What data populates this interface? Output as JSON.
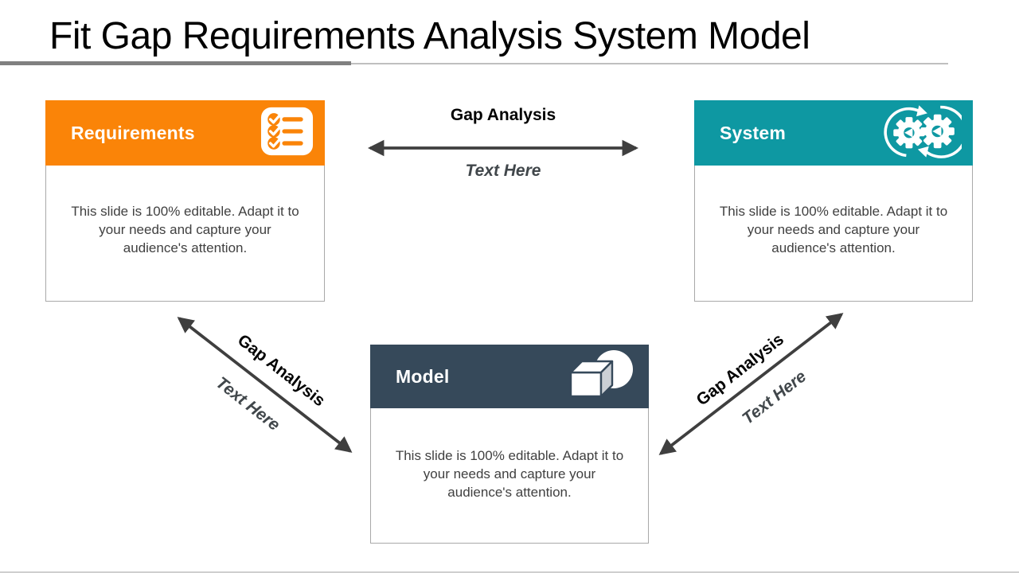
{
  "title": "Fit Gap Requirements Analysis System Model",
  "colors": {
    "orange": "#FA8408",
    "teal": "#0E98A2",
    "slate": "#36495A",
    "arrow": "#3F3F3F",
    "body_text": "#404040",
    "border": "#A9A9A9",
    "underline_dark": "#808080",
    "underline_light": "#BFBFBF"
  },
  "boxes": [
    {
      "id": "requirements",
      "label": "Requirements",
      "icon": "checklist-icon",
      "accent": "#FA8408",
      "body": "This slide is 100% editable. Adapt it to your needs and capture your audience's attention."
    },
    {
      "id": "system",
      "label": "System",
      "icon": "gears-sync-icon",
      "accent": "#0E98A2",
      "body": "This slide is 100% editable. Adapt it to your needs and capture your audience's attention."
    },
    {
      "id": "model",
      "label": "Model",
      "icon": "cube-circle-icon",
      "accent": "#36495A",
      "body": "This slide is 100% editable. Adapt it to your needs and capture your audience's attention."
    }
  ],
  "connectors": [
    {
      "id": "requirements-system",
      "label": "Gap Analysis",
      "sublabel": "Text Here"
    },
    {
      "id": "requirements-model",
      "label": "Gap Analysis",
      "sublabel": "Text Here"
    },
    {
      "id": "model-system",
      "label": "Gap Analysis",
      "sublabel": "Text Here"
    }
  ]
}
